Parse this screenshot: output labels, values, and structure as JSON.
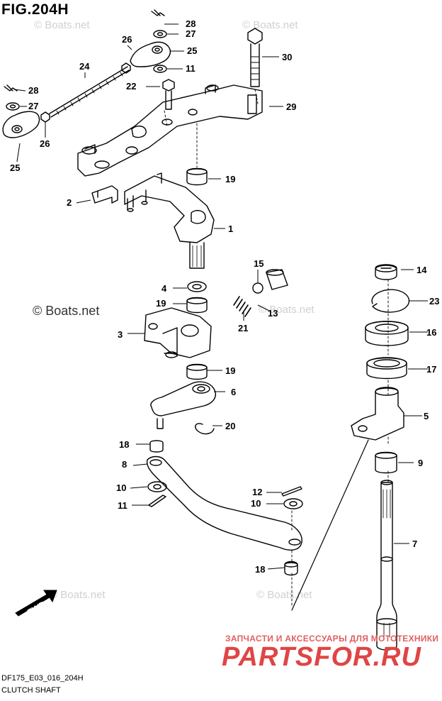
{
  "figure": {
    "title": "FIG.204H",
    "code": "DF175_E03_016_204H",
    "subtitle": "CLUTCH SHAFT"
  },
  "watermarks": {
    "small": "© Boats.net",
    "main": "© Boats.net"
  },
  "promo": {
    "tagline": "ЗАПЧАСТИ И АКСЕССУАРЫ ДЛЯ МОТОТЕХНИКИ",
    "logo": "PARTSFOR.RU",
    "color": "#e04545"
  },
  "direction_badge": {
    "label": "FWD"
  },
  "callouts": [
    "28",
    "27",
    "26",
    "25",
    "11",
    "30",
    "24",
    "22",
    "29",
    "28",
    "27",
    "26",
    "25",
    "19",
    "2",
    "1",
    "15",
    "14",
    "4",
    "13",
    "23",
    "19",
    "21",
    "3",
    "16",
    "19",
    "17",
    "6",
    "5",
    "20",
    "18",
    "9",
    "8",
    "10",
    "12",
    "10",
    "11",
    "7",
    "18"
  ]
}
